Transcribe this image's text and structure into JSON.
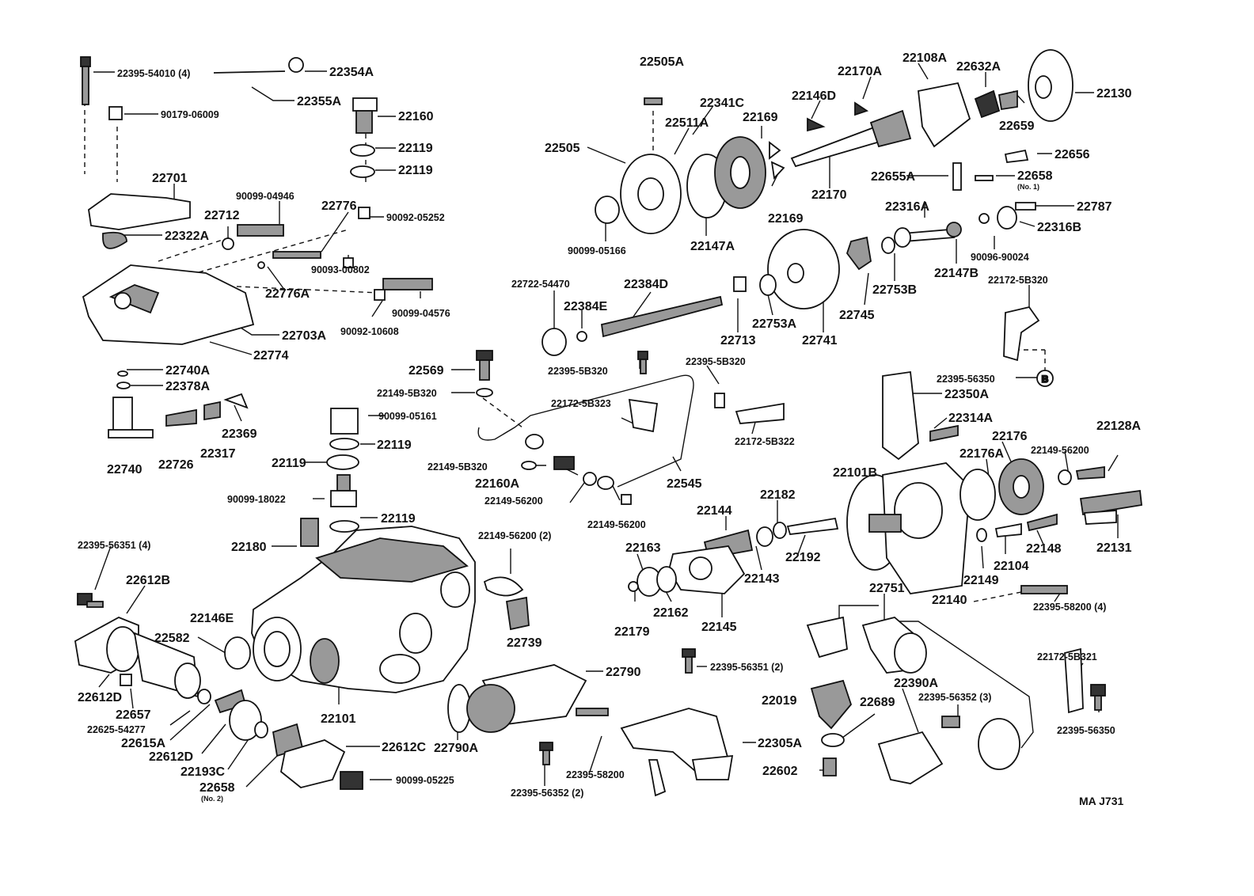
{
  "diagram": {
    "reference": "MA J731",
    "bubble_letter": "B",
    "labels": {
      "p22395_54010": "22395-54010 (4)",
      "p22354A": "22354A",
      "p22355A": "22355A",
      "p90179_06009": "90179-06009",
      "p22160": "22160",
      "p22119a": "22119",
      "p22119b": "22119",
      "p22701": "22701",
      "p90099_04946": "90099-04946",
      "p22776": "22776",
      "p90092_05252": "90092-05252",
      "p22712": "22712",
      "p22322A": "22322A",
      "p90093_00802": "90093-00802",
      "p22776A": "22776A",
      "p90092_10608": "90092-10608",
      "p90099_04576": "90099-04576",
      "p22703A": "22703A",
      "p22774": "22774",
      "p22740A": "22740A",
      "p22378A": "22378A",
      "p22369": "22369",
      "p22740": "22740",
      "p22726": "22726",
      "p22317": "22317",
      "p22505A": "22505A",
      "p22341C": "22341C",
      "p22511A": "22511A",
      "p22169a": "22169",
      "p22146D": "22146D",
      "p22170A": "22170A",
      "p22108A": "22108A",
      "p22632A": "22632A",
      "p22130": "22130",
      "p22659": "22659",
      "p22505": "22505",
      "p22656": "22656",
      "p22655A": "22655A",
      "p22658_1": "22658",
      "p22658_1note": "(No. 1)",
      "p22170": "22170",
      "p22169b": "22169",
      "p90099_05166": "90099-05166",
      "p22147A": "22147A",
      "p22316A": "22316A",
      "p22787": "22787",
      "p22316B": "22316B",
      "p90096_90024": "90096-90024",
      "p22147B": "22147B",
      "p22753B": "22753B",
      "p22745": "22745",
      "p22722_54470": "22722-54470",
      "p22384D": "22384D",
      "p22384E": "22384E",
      "p22713": "22713",
      "p22753A": "22753A",
      "p22741": "22741",
      "p22172_5B320": "22172-5B320",
      "p22395_56350a": "22395-56350",
      "p22569": "22569",
      "p22395_5B320a": "22395-5B320",
      "p22395_5B320b": "22395-5B320",
      "p22149_5B320a": "22149-5B320",
      "p22172_5B323": "22172-5B323",
      "p22172_5B322": "22172-5B322",
      "p22350A": "22350A",
      "p22314A": "22314A",
      "p90099_05161": "90099-05161",
      "p22119c": "22119",
      "p22119d": "22119",
      "p22149_5B320b": "22149-5B320",
      "p22160A": "22160A",
      "p22149_56200a": "22149-56200",
      "p22545": "22545",
      "p90099_18022": "90099-18022",
      "p22149_56200b": "22149-56200",
      "p22119e": "22119",
      "p22101B": "22101B",
      "p22176": "22176",
      "p22176A": "22176A",
      "p22149_56200c": "22149-56200",
      "p22128A": "22128A",
      "p22144": "22144",
      "p22182": "22182",
      "p22192": "22192",
      "p22163": "22163",
      "p22143": "22143",
      "p22179": "22179",
      "p22162": "22162",
      "p22145": "22145",
      "p22148": "22148",
      "p22104": "22104",
      "p22149": "22149",
      "p22131": "22131",
      "p22140": "22140",
      "p22395_58200_4": "22395-58200 (4)",
      "p22395_56351_4": "22395-56351 (4)",
      "p22180": "22180",
      "p22149_56200_2": "22149-56200 (2)",
      "p22612B": "22612B",
      "p22146E": "22146E",
      "p22582": "22582",
      "p22739": "22739",
      "p22751": "22751",
      "p22612D": "22612D",
      "p22657": "22657",
      "p22101": "22101",
      "p22625_54277": "22625-54277",
      "p22615A": "22615A",
      "p22612Db": "22612D",
      "p22193C": "22193C",
      "p22658_2": "22658",
      "p22658_2note": "(No. 2)",
      "p22612C": "22612C",
      "p90099_05225": "90099-05225",
      "p22790": "22790",
      "p22790A": "22790A",
      "p22395_56352_2": "22395-56352 (2)",
      "p22395_58200": "22395-58200",
      "p22395_56351_2": "22395-56351 (2)",
      "p22019": "22019",
      "p22689": "22689",
      "p22305A": "22305A",
      "p22602": "22602",
      "p22390A": "22390A",
      "p22395_56352_3": "22395-56352 (3)",
      "p22172_5B321": "22172-5B321",
      "p22395_56350b": "22395-56350"
    }
  }
}
